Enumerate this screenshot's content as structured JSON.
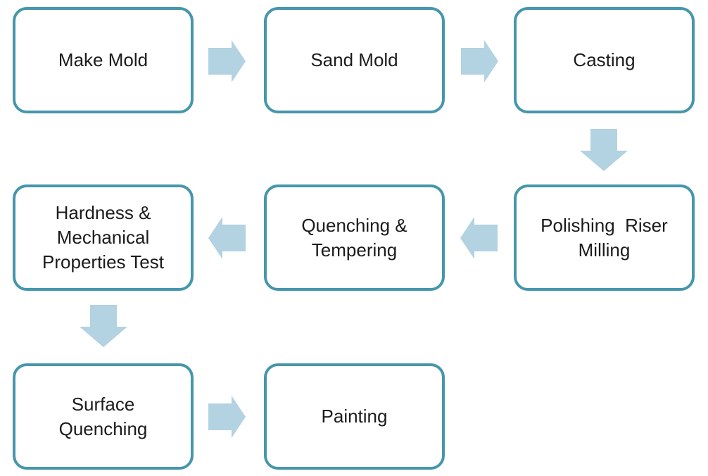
{
  "colors": {
    "box_border": "#4696AC",
    "box_fill": "#FFFFFF",
    "arrow_fill": "#B3D2E2",
    "text": "#1B1B1B",
    "background": "#FFFFFF"
  },
  "nodes": [
    {
      "id": "make-mold",
      "label": "Make Mold"
    },
    {
      "id": "sand-mold",
      "label": "Sand Mold"
    },
    {
      "id": "casting",
      "label": "Casting"
    },
    {
      "id": "polishing-riser-milling",
      "label": "Polishing  Riser\nMilling"
    },
    {
      "id": "quenching-tempering",
      "label": "Quenching &\nTempering"
    },
    {
      "id": "hardness-test",
      "label": "Hardness &\nMechanical\nProperties Test"
    },
    {
      "id": "surface-quenching",
      "label": "Surface\nQuenching"
    },
    {
      "id": "painting",
      "label": "Painting"
    }
  ],
  "connections": [
    {
      "from": "Make Mold",
      "to": "Sand Mold",
      "direction": "right"
    },
    {
      "from": "Sand Mold",
      "to": "Casting",
      "direction": "right"
    },
    {
      "from": "Casting",
      "to": "Polishing  Riser Milling",
      "direction": "down"
    },
    {
      "from": "Polishing  Riser Milling",
      "to": "Quenching & Tempering",
      "direction": "left"
    },
    {
      "from": "Quenching & Tempering",
      "to": "Hardness & Mechanical Properties Test",
      "direction": "left"
    },
    {
      "from": "Hardness & Mechanical Properties Test",
      "to": "Surface Quenching",
      "direction": "down"
    },
    {
      "from": "Surface Quenching",
      "to": "Painting",
      "direction": "right"
    }
  ]
}
